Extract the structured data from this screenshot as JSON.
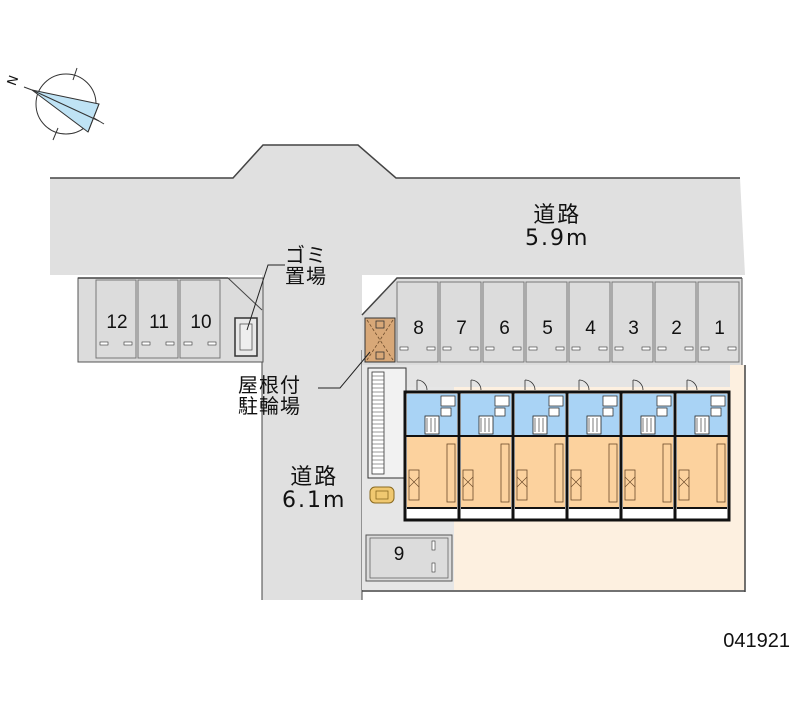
{
  "compass": {
    "icon": "north-arrow-icon",
    "label": "N"
  },
  "roads": [
    {
      "id": "north-road",
      "name": "道路",
      "width": "5.9m"
    },
    {
      "id": "west-road",
      "name": "道路",
      "width": "6.1m"
    }
  ],
  "facilities": {
    "garbage": {
      "line1": "ゴミ",
      "line2": "置場"
    },
    "bicycle": {
      "line1": "屋根付",
      "line2": "駐輪場"
    }
  },
  "parking": {
    "row_east": [
      "8",
      "7",
      "6",
      "5",
      "4",
      "3",
      "2",
      "1"
    ],
    "row_west": [
      "12",
      "11",
      "10"
    ],
    "single": "9"
  },
  "building": {
    "unit_count": 6
  },
  "colors": {
    "road": "#e0e0e0",
    "parking": "#dcdcdc",
    "site": "#fdf0e0",
    "wet_area": "#a9d3f5",
    "living_room": "#fcd29e",
    "bike_shelter": "#d8a878",
    "wall": "#111111"
  },
  "property_code": "041921"
}
